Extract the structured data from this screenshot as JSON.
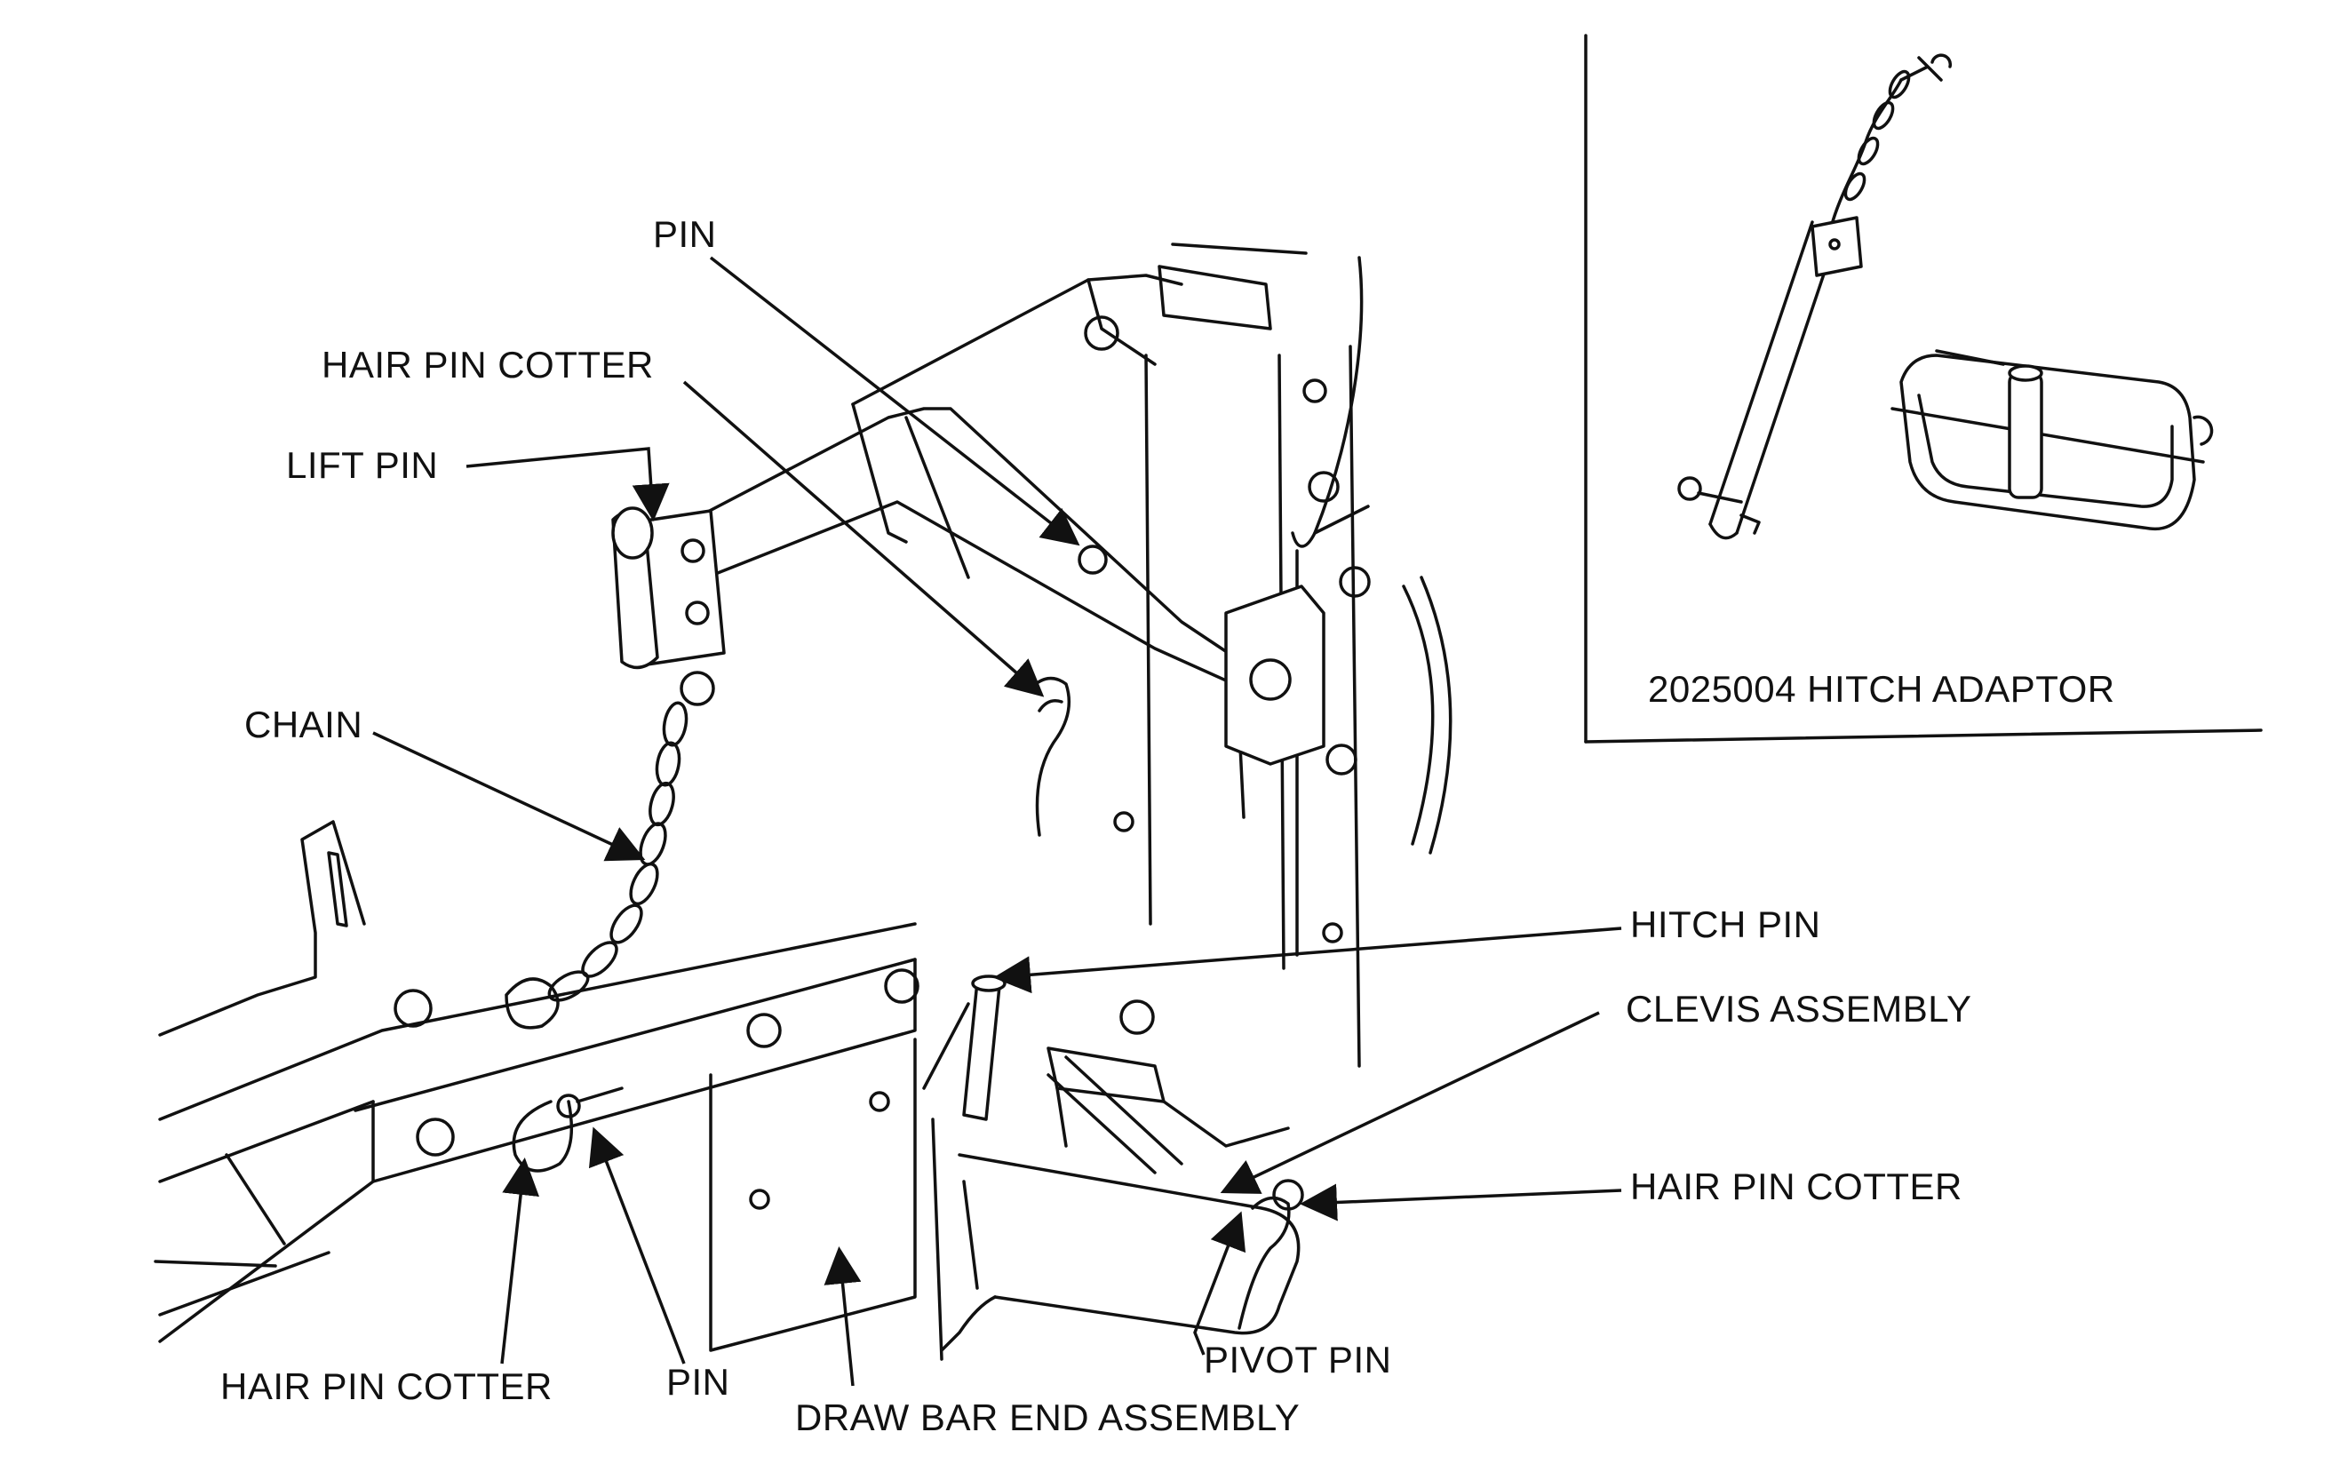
{
  "labels": {
    "pin_top": "PIN",
    "hair_pin_cotter_top": "HAIR PIN COTTER",
    "lift_pin": "LIFT PIN",
    "chain": "CHAIN",
    "hitch_pin": "HITCH PIN",
    "clevis_assembly": "CLEVIS ASSEMBLY",
    "hair_pin_cotter_right": "HAIR PIN COTTER",
    "hair_pin_cotter_bottom": "HAIR PIN COTTER",
    "pin_bottom": "PIN",
    "draw_bar_end_assembly": "DRAW BAR END ASSEMBLY",
    "pivot_pin": "PIVOT PIN"
  },
  "inset": {
    "caption": "2025004 HITCH ADAPTOR"
  },
  "icons": [
    "arrowhead-icon"
  ]
}
